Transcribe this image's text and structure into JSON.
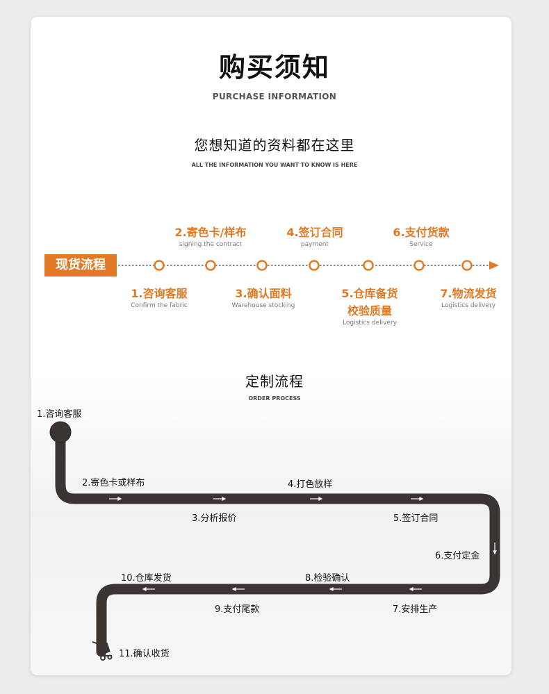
{
  "header": {
    "title_cn": "购买须知",
    "title_en": "PURCHASE INFORMATION",
    "subtitle_cn": "您想知道的资料都在这里",
    "subtitle_en": "ALL THE INFORMATION YOU WANT TO KNOW IS HERE"
  },
  "stock_process": {
    "label": "现货流程",
    "accent_color": "#e17a26",
    "steps": [
      {
        "cn": "1.咨询客服",
        "en": "Confirm the fabric"
      },
      {
        "cn": "2.寄色卡/样布",
        "en": "signing the contract"
      },
      {
        "cn": "3.确认面料",
        "en": "Warehouse stocking"
      },
      {
        "cn": "4.签订合同",
        "en": "payment"
      },
      {
        "cn": "5.仓库备货",
        "cn2": "校验质量",
        "en": "Logistics delivery"
      },
      {
        "cn": "6.支付货款",
        "en": "Service"
      },
      {
        "cn": "7.物流发货",
        "en": "Logistics delivery"
      }
    ]
  },
  "custom_process": {
    "title_cn": "定制流程",
    "title_en": "ORDER PROCESS",
    "steps": [
      "1.咨询客服",
      "2.寄色卡或样布",
      "3.分析报价",
      "4.打色放样",
      "5.签订合同",
      "6.支付定金",
      "7.安排生产",
      "8.检验确认",
      "9.支付尾款",
      "10.仓库发货",
      "11.确认收货"
    ],
    "icons": {
      "start": "start-dot-icon",
      "end": "hand-truck-icon"
    },
    "path_color": "#3a3533"
  }
}
